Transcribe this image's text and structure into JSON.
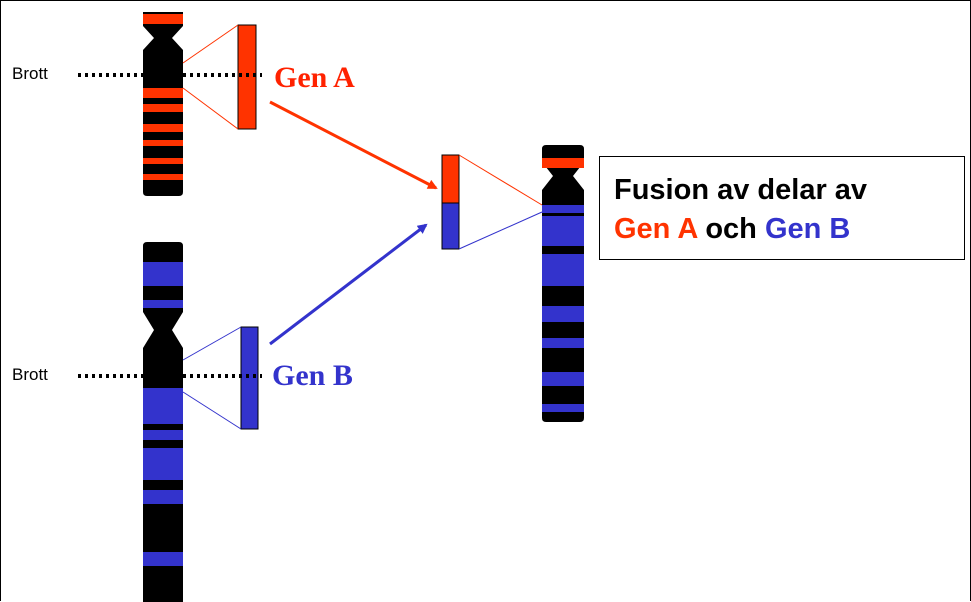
{
  "labels": {
    "break_top": "Brott",
    "break_bottom": "Brott",
    "gene_a": "Gen A",
    "gene_b": "Gen B"
  },
  "fusion_box": {
    "line1": "Fusion av delar av",
    "gene_a": "Gen A",
    "connector": "och",
    "gene_b": "Gen B"
  },
  "colors": {
    "gene_a": "#ff3300",
    "gene_b": "#3333cc",
    "band_dark": "#000000",
    "label_a": "#ff2200",
    "label_b": "#3333cc"
  }
}
